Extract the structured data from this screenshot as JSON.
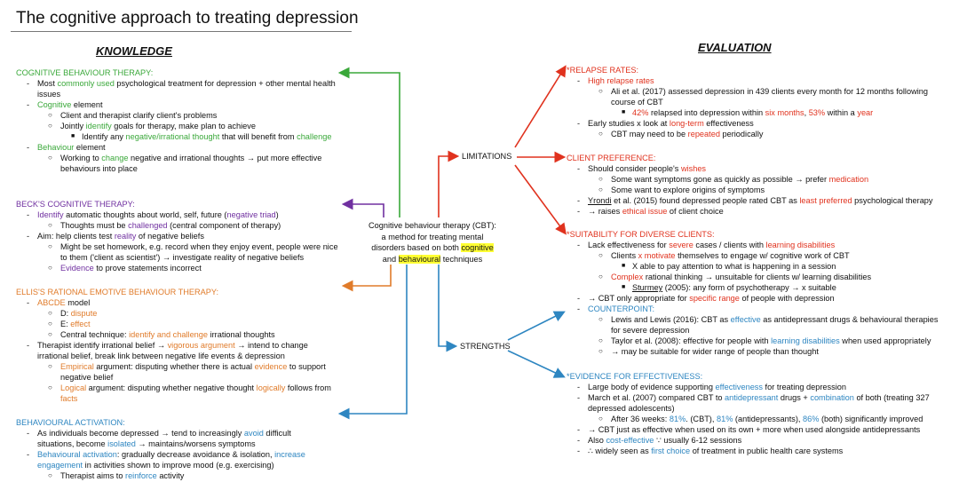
{
  "title": "The cognitive approach to treating depression",
  "knowledge_heading": "KNOWLEDGE",
  "evaluation_heading": "EVALUATION",
  "center": {
    "l1": "Cognitive behaviour therapy (CBT):",
    "l2": "a method for treating mental",
    "l3a": "disorders based on both ",
    "l3b": "cognitive",
    "l4a": "and ",
    "l4b": "behavioural",
    "l4c": " techniques"
  },
  "branches": {
    "limitations": "LIMITATIONS",
    "strengths": "STRENGTHS"
  },
  "cbt": {
    "head": "COGNITIVE BEHAVIOUR THERAPY:",
    "i1a": "Most ",
    "i1b": "commonly used",
    "i1c": " psychological treatment for depression + other mental health issues",
    "i2a": "Cognitive",
    "i2b": " element",
    "i3": "Client and therapist clarify client's problems",
    "i4a": "Jointly ",
    "i4b": "identify",
    "i4c": " goals for therapy, make plan to achieve",
    "i5a": "Identify any ",
    "i5b": "negative/irrational thought",
    "i5c": " that will benefit from ",
    "i5d": "challenge",
    "i6a": "Behaviour",
    "i6b": " element",
    "i7a": "Working to ",
    "i7b": "change",
    "i7c": " negative and irrational thoughts → put more effective behaviours into place"
  },
  "beck": {
    "head": "BECK'S COGNITIVE THERAPY:",
    "i1a": "Identify",
    "i1b": " automatic thoughts about world, self, future (",
    "i1c": "negative triad",
    "i1d": ")",
    "i2a": "Thoughts must be ",
    "i2b": "challenged",
    "i2c": " (central component of therapy)",
    "i3a": "Aim: help clients test ",
    "i3b": "reality",
    "i3c": " of negative beliefs",
    "i4": "Might be set homework, e.g. record when they enjoy event, people were nice to them ('client as scientist') → investigate reality of negative beliefs",
    "i5a": "Evidence",
    "i5b": " to prove statements incorrect"
  },
  "ellis": {
    "head": "ELLIS'S RATIONAL EMOTIVE BEHAVIOUR THERAPY:",
    "i1a": "ABCDE",
    "i1b": " model",
    "i2a": "D: ",
    "i2b": "dispute",
    "i3a": "E: ",
    "i3b": "effect",
    "i4a": "Central technique: ",
    "i4b": "identify and challenge",
    "i4c": " irrational thoughts",
    "i5a": "Therapist identify irrational belief → ",
    "i5b": "vigorous argument",
    "i5c": " → intend to change irrational belief, break link between negative life events & depression",
    "i6a": "Empirical",
    "i6b": " argument: disputing whether there is actual ",
    "i6c": "evidence",
    "i6d": " to support negative belief",
    "i7a": "Logical",
    "i7b": " argument: disputing whether negative thought ",
    "i7c": "logically",
    "i7d": " follows from ",
    "i7e": "facts"
  },
  "ba": {
    "head": "BEHAVIOURAL ACTIVATION:",
    "i1a": "As individuals become depressed → tend to increasingly ",
    "i1b": "avoid",
    "i1c": " difficult situations, become ",
    "i1d": "isolated",
    "i1e": " → maintains/worsens symptoms",
    "i2a": "Behavioural activation",
    "i2b": ": gradually decrease avoidance & isolation, ",
    "i2c": "increase engagement",
    "i2d": " in activities shown to improve mood (e.g. exercising)",
    "i3a": "Therapist aims to ",
    "i3b": "reinforce",
    "i3c": " activity"
  },
  "relapse": {
    "head": "*RELAPSE RATES:",
    "i1": "High relapse rates",
    "i2": "Ali et al. (2017) assessed depression in 439 clients every month for 12 months following course of CBT",
    "i3a": "42%",
    "i3b": " relapsed into depression within ",
    "i3c": "six months",
    "i3d": ", ",
    "i3e": "53%",
    "i3f": " within a ",
    "i3g": "year",
    "i4a": "Early studies x look at ",
    "i4b": "long-term",
    "i4c": " effectiveness",
    "i5a": "CBT may need to be ",
    "i5b": "repeated",
    "i5c": " periodically"
  },
  "pref": {
    "head": "CLIENT PREFERENCE:",
    "i1a": "Should consider people's ",
    "i1b": "wishes",
    "i2a": "Some want symptoms gone as quickly as possible → prefer ",
    "i2b": "medication",
    "i3": "Some want to explore origins of symptoms",
    "i4a": "Yrondi",
    "i4b": " et al. (2015) found depressed people rated CBT as ",
    "i4c": "least preferred",
    "i4d": " psychological therapy",
    "i5a": "→ raises ",
    "i5b": "ethical issue",
    "i5c": " of client choice"
  },
  "suit": {
    "head": "*SUITABILITY FOR DIVERSE CLIENTS:",
    "i1a": "Lack effectiveness for ",
    "i1b": "severe",
    "i1c": " cases / clients with ",
    "i1d": "learning disabilities",
    "i2a": "Clients ",
    "i2b": "x motivate",
    "i2c": " themselves to engage w/ cognitive work of CBT",
    "i3": "X able to pay attention to what is happening in a session",
    "i4a": "Complex",
    "i4b": " rational thinking → unsuitable for clients w/ learning disabilities",
    "i5a": "Sturmey",
    "i5b": " (2005): any form of psychotherapy → x suitable",
    "i6a": "→ CBT only appropriate for ",
    "i6b": "specific range",
    "i6c": " of people with depression",
    "i7": "COUNTERPOINT:",
    "i8a": "Lewis and Lewis (2016): CBT as ",
    "i8b": "effective",
    "i8c": " as antidepressant drugs & behavioural therapies for severe depression",
    "i9a": "Taylor et al. (2008): effective for people with ",
    "i9b": "learning disabilities",
    "i9c": " when used appropriately",
    "i10": "→ may be suitable for wider range of people than thought"
  },
  "evid": {
    "head": "*EVIDENCE FOR EFFECTIVENESS:",
    "i1a": "Large body of evidence supporting ",
    "i1b": "effectiveness",
    "i1c": " for treating depression",
    "i2a": "March et al. (2007) compared CBT to ",
    "i2b": "antidepressant",
    "i2c": " drugs + ",
    "i2d": "combination",
    "i2e": " of both (treating 327 depressed adolescents)",
    "i3a": "After 36 weeks: ",
    "i3b": "81%",
    "i3c": ". (CBT), ",
    "i3d": "81%",
    "i3e": " (antidepressants), ",
    "i3f": "86%",
    "i3g": " (both) significantly improved",
    "i4": "→ CBT just as effective when used on its own + more when used alongside antidepressants",
    "i5a": "Also ",
    "i5b": "cost-effective",
    "i5c": " ∵ usually 6-12 sessions",
    "i6a": "∴ widely seen as ",
    "i6b": "first choice",
    "i6c": " of treatment in public health care systems"
  },
  "markers": {
    "dash": "-",
    "circle": "○",
    "square": "■"
  },
  "colors": {
    "green": "#3aa83a",
    "purple": "#7030a0",
    "orange": "#e07b2a",
    "blue": "#2e86c1",
    "red": "#e0321e",
    "highlight": "#ffff33"
  }
}
